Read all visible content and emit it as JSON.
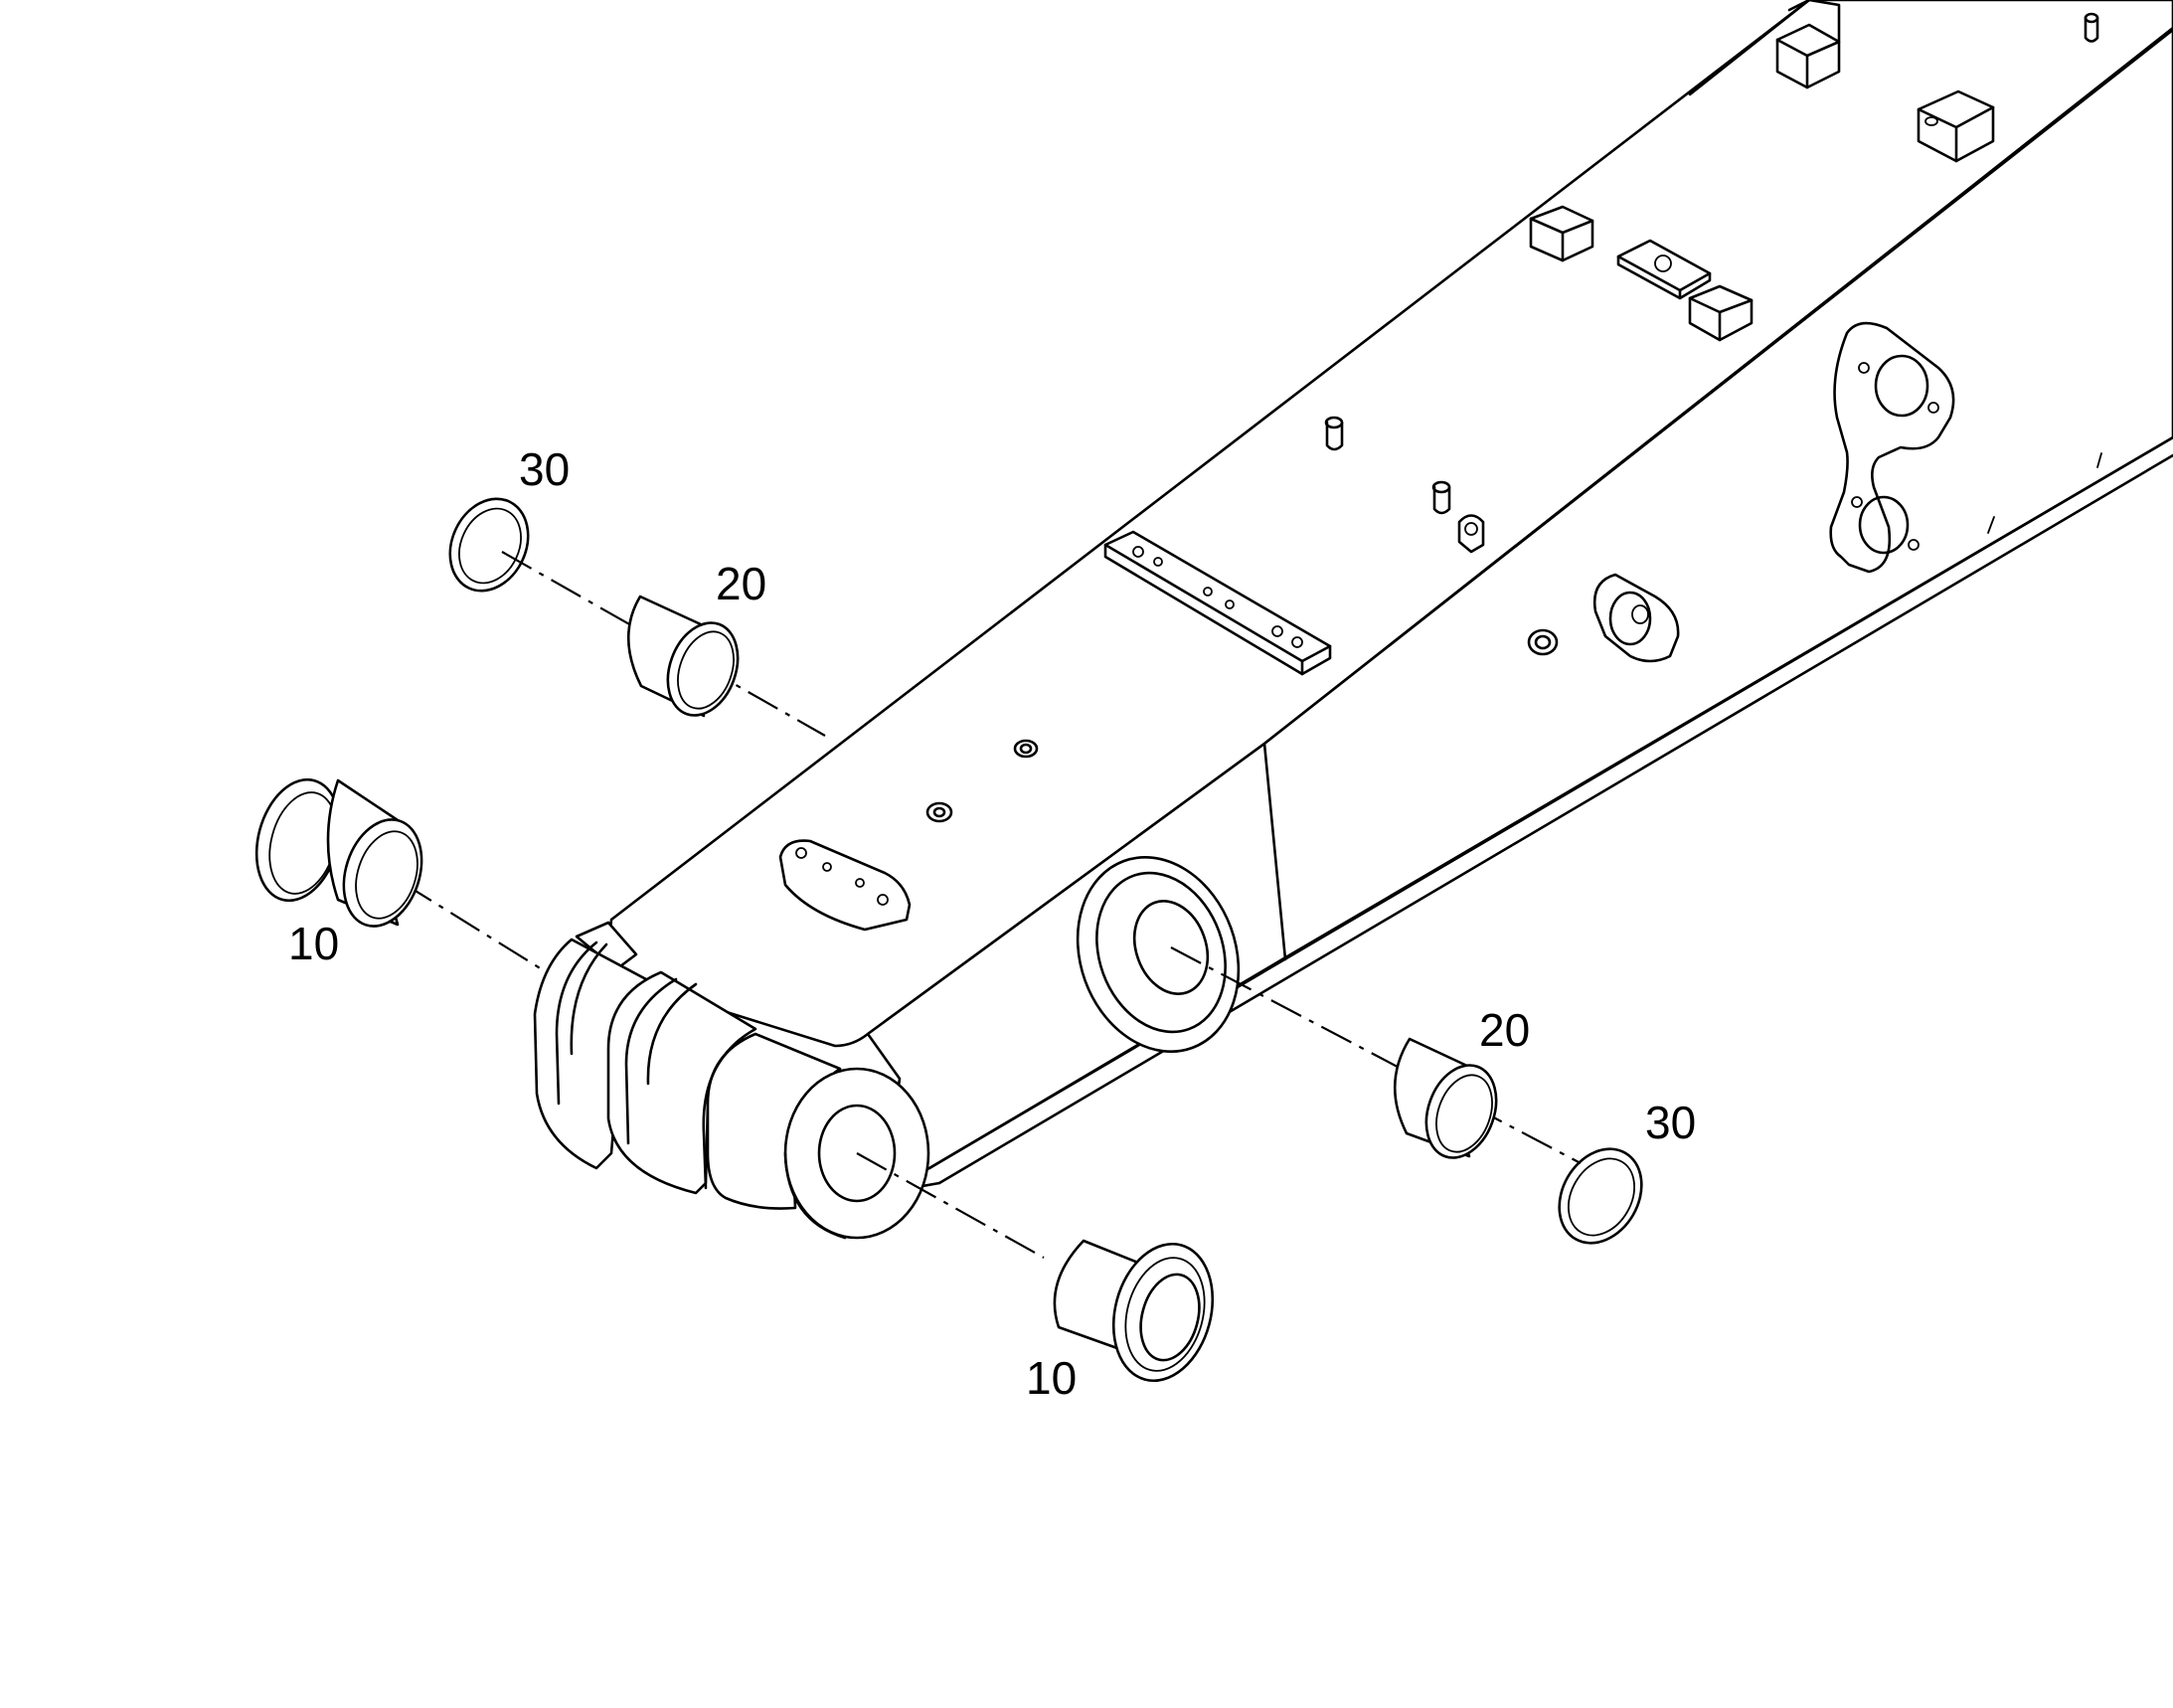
{
  "diagram": {
    "part_callouts": [
      {
        "id": "left-seal",
        "label": "30"
      },
      {
        "id": "left-upper-bushing",
        "label": "20"
      },
      {
        "id": "left-flanged-bushing",
        "label": "10"
      },
      {
        "id": "right-bushing",
        "label": "20"
      },
      {
        "id": "right-seal",
        "label": "30"
      },
      {
        "id": "right-flanged-bushing",
        "label": "10"
      }
    ]
  }
}
